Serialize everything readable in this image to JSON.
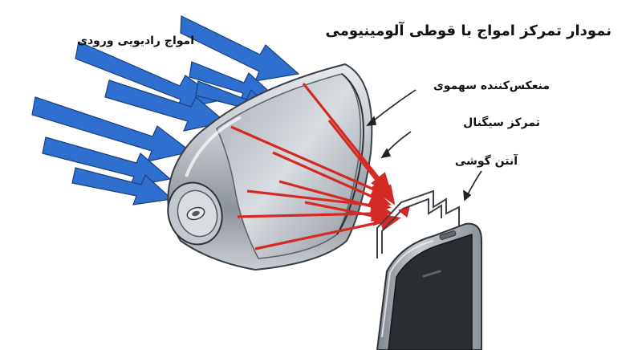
{
  "diagram": {
    "title": "نمودار تمرکز امواج با قوطی آلومینیومی",
    "labels": {
      "incoming_waves": "امواج رادیویی ورودی",
      "parabolic_reflector": "منعکس‌کننده سهموی",
      "signal_focus": "تمرکز سیگنال",
      "phone_antenna": "آنتن گوشی"
    }
  },
  "colors": {
    "incoming_arrow": "#2f6fd0",
    "reflected_arrow": "#d42a24",
    "can_metal": "#b9bec5",
    "phone_body": "#9aa0a8",
    "leader_line": "#222222"
  },
  "icons": {
    "can": "aluminum-can-reflector",
    "phone": "smartphone",
    "antenna": "antenna-wire"
  }
}
